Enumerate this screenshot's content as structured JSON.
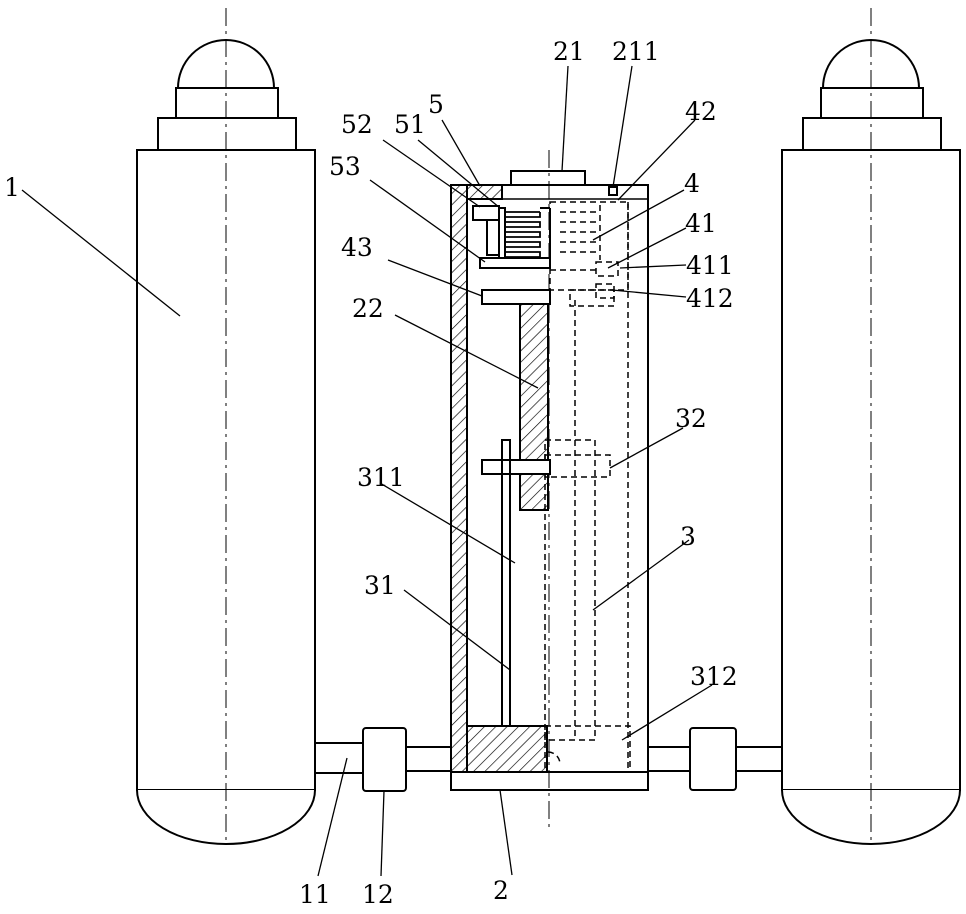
{
  "labels": {
    "tank": "1",
    "pipe": "11",
    "valve": "12",
    "housing": "2",
    "top_cap": "21",
    "top_port": "211",
    "rack": "22",
    "lever_assembly": "3",
    "lever": "31",
    "lever_rod": "311",
    "lever_foot": "312",
    "pivot": "32",
    "gear_assembly": "4",
    "gear": "41",
    "gear_part_a": "411",
    "gear_part_b": "412",
    "gear_top": "42",
    "shaft": "43",
    "spring_assembly": "5",
    "spring_block": "51",
    "spring": "52",
    "spring_seat": "53"
  },
  "colors": {
    "line": "#000000",
    "background": "#ffffff"
  }
}
